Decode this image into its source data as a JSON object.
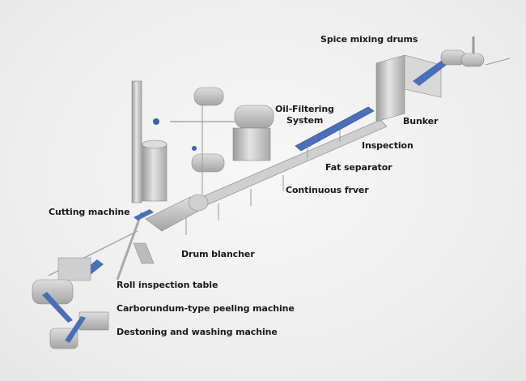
{
  "diagram": {
    "title": "Potato chips production line",
    "colors": {
      "background": "#efefef",
      "steel": "#c9c9c9",
      "steel_dark": "#8e8e8e",
      "belt": "#4a6fb8",
      "label": "#1a1a1a"
    },
    "labels": {
      "spice_mixing_drums": "Spice mixing drums",
      "oil_filtering_line1": "Oil-Filtering",
      "oil_filtering_line2": "System",
      "bunker": "Bunker",
      "inspection": "Inspection",
      "fat_separator": "Fat separator",
      "continuous_fryer": "Continuous frver",
      "cutting_machine": "Cutting machine",
      "drum_blancher": "Drum blancher",
      "roll_inspection_table": "Roll inspection table",
      "peeling_machine": "Carborundum-type peeling machine",
      "destoning_washing": "Destoning and washing machine"
    }
  }
}
